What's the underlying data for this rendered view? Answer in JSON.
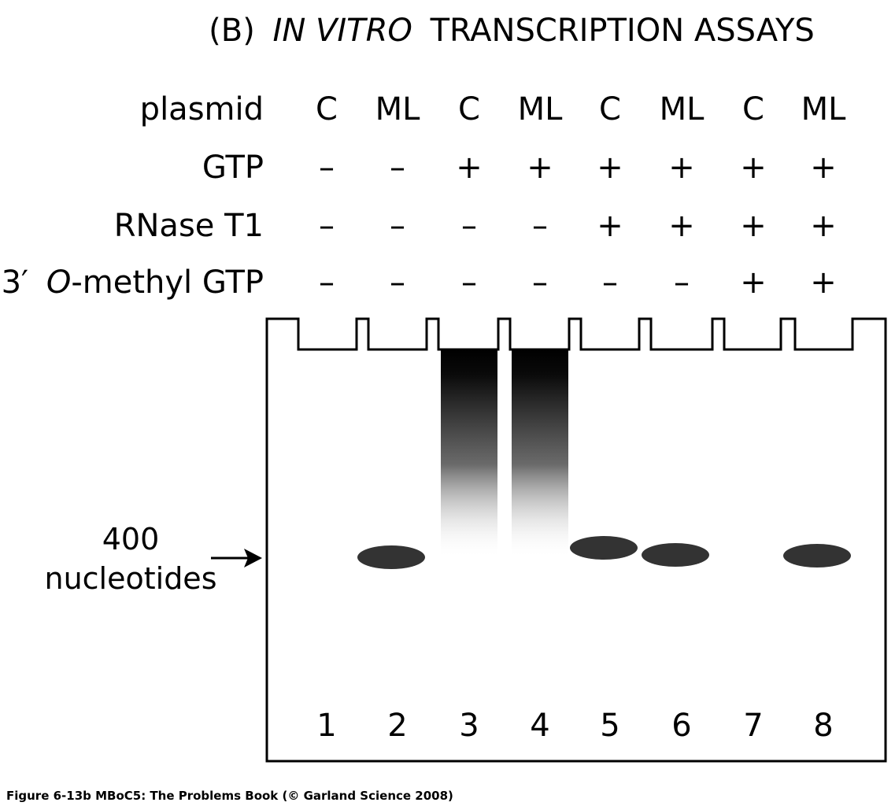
{
  "title": {
    "prefix": "(B)",
    "italic": "IN VITRO",
    "suffix": "TRANSCRIPTION ASSAYS"
  },
  "rows": [
    {
      "label": "plasmid",
      "values": [
        "C",
        "ML",
        "C",
        "ML",
        "C",
        "ML",
        "C",
        "ML"
      ]
    },
    {
      "label": "GTP",
      "values": [
        "–",
        "–",
        "+",
        "+",
        "+",
        "+",
        "+",
        "+"
      ]
    },
    {
      "label": "RNase T1",
      "values": [
        "–",
        "–",
        "–",
        "–",
        "+",
        "+",
        "+",
        "+"
      ]
    },
    {
      "label_prefix": "3′",
      "label_italic": "O",
      "label_suffix": "-methyl GTP",
      "values": [
        "–",
        "–",
        "–",
        "–",
        "–",
        "–",
        "+",
        "+"
      ]
    }
  ],
  "lanes": [
    {
      "number": "1",
      "band": "none"
    },
    {
      "number": "2",
      "band": "discrete"
    },
    {
      "number": "3",
      "band": "smear"
    },
    {
      "number": "4",
      "band": "smear"
    },
    {
      "number": "5",
      "band": "discrete"
    },
    {
      "number": "6",
      "band": "discrete"
    },
    {
      "number": "7",
      "band": "none"
    },
    {
      "number": "8",
      "band": "discrete"
    }
  ],
  "marker": {
    "line1": "400",
    "line2": "nucleotides"
  },
  "caption": "Figure 6-13b  MBoC5: The Problems Book (© Garland Science 2008)",
  "colors": {
    "band": "#333333",
    "smear_top": "#000000",
    "line": "#000000"
  }
}
